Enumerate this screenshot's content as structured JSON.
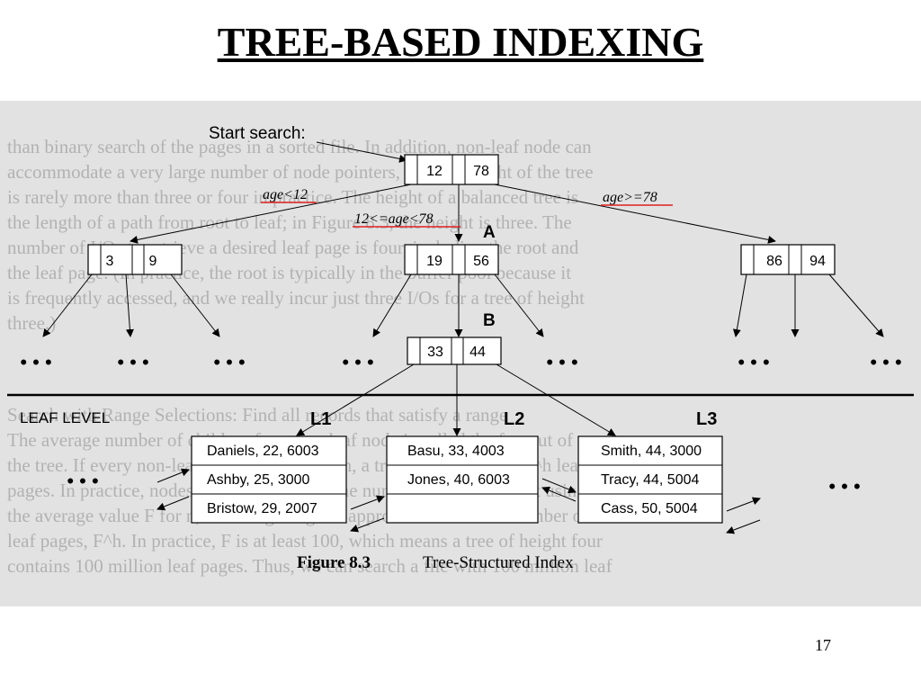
{
  "title": "TREE-BASED INDEXING",
  "page_number": "17",
  "figure": {
    "start_label": "Start search:",
    "root": {
      "keys": [
        "12",
        "78"
      ]
    },
    "edge_labels": {
      "left": "age<12",
      "middle": "12<=age<78",
      "right": "age>=78"
    },
    "node_a": {
      "label": "A",
      "keys": [
        "19",
        "56"
      ]
    },
    "node_b": {
      "label": "B",
      "keys": [
        "33",
        "44"
      ]
    },
    "left_node": {
      "keys": [
        "3",
        "9"
      ]
    },
    "right_node": {
      "keys": [
        "86",
        "94"
      ]
    },
    "ellipsis": "• • •",
    "leaf_level_label": "LEAF LEVEL",
    "leaves": [
      {
        "label": "L1",
        "records": [
          "Daniels, 22, 6003",
          "Ashby, 25, 3000",
          "Bristow, 29, 2007"
        ]
      },
      {
        "label": "L2",
        "records": [
          "Basu, 33, 4003",
          "Jones, 40, 6003",
          ""
        ]
      },
      {
        "label": "L3",
        "records": [
          "Smith, 44, 3000",
          "Tracy, 44, 5004",
          "Cass, 50, 5004"
        ]
      }
    ],
    "caption": {
      "number": "Figure 8.3",
      "text": "Tree-Structured Index"
    },
    "background_text": [
      "than binary search of the pages in a sorted file. In addition, non-leaf node can",
      "accommodate a very large number of node pointers, and the height of the tree",
      "is rarely more than three or four in practice. The height of a balanced tree is",
      "the length of a path from root to leaf; in Figure 8.3, the height is three. The",
      "number of I/Os to retrieve a desired leaf page is four, including the root and",
      "the leaf page. (In practice, the root is typically in the buffer pool because it",
      "is frequently accessed, and we really incur just three I/Os for a tree of height",
      "three.)",
      "Search with Range Selections: Find all records that satisfy a range",
      "The average number of children for a non-leaf node is called the fan-out of",
      "the tree. If every non-leaf node has n children, a tree of height h has n^h leaf",
      "pages. In practice, nodes do not have the same number of children, but using",
      "the average value F for n, we still get a good approximation to the number of",
      "leaf pages, F^h. In practice, F is at least 100, which means a tree of height four",
      "contains 100 million leaf pages. Thus, we can search a file with 100 million leaf"
    ]
  }
}
